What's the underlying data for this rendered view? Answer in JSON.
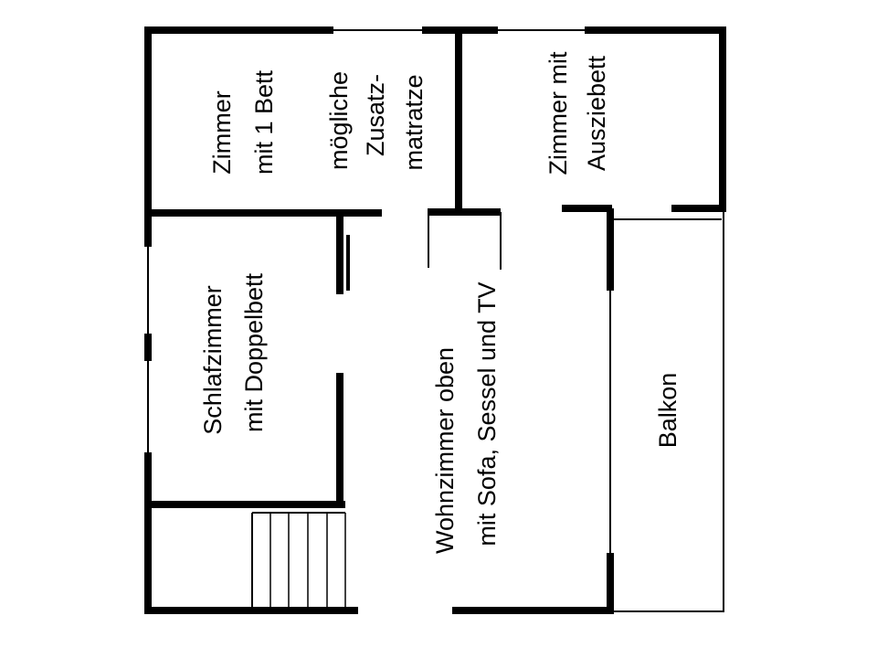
{
  "colors": {
    "wall": "#000000",
    "background": "#ffffff"
  },
  "rooms": {
    "room1": {
      "line1": "Zimmer",
      "line2": "mit 1 Bett"
    },
    "note": {
      "line1": "mögliche",
      "line2": "Zusatz-",
      "line3": "matratze"
    },
    "room2": {
      "line1": "Zimmer mit",
      "line2": "Ausziebett"
    },
    "bedroom": {
      "line1": "Schlafzimmer",
      "line2": "mit Doppelbett"
    },
    "living": {
      "line1": "Wohnzimmer oben",
      "line2": "mit Sofa, Sessel und TV"
    },
    "balcony": {
      "line1": "Balkon"
    }
  }
}
